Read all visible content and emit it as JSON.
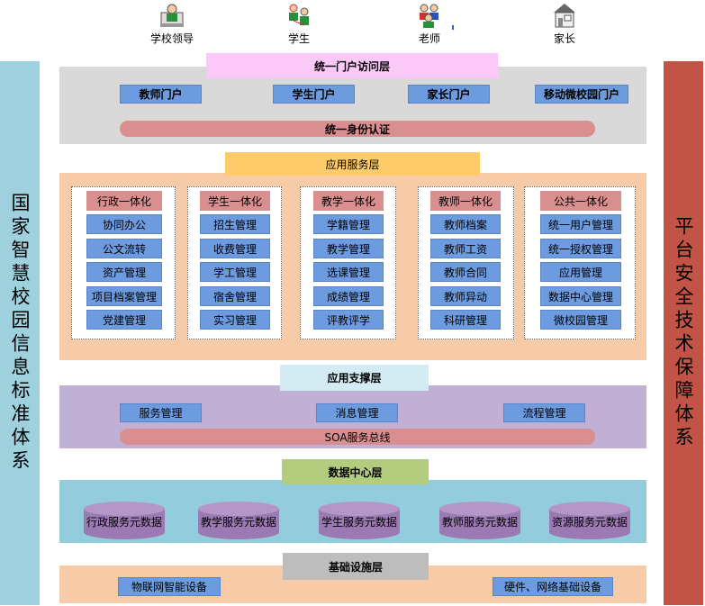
{
  "users": [
    {
      "label": "学校领导",
      "icon": "school-leader-icon"
    },
    {
      "label": "学生",
      "icon": "student-icon"
    },
    {
      "label": "老师",
      "icon": "teacher-icon"
    },
    {
      "label": "家长",
      "icon": "parent-icon"
    }
  ],
  "left_side": "国家智慧校园信息标准体系",
  "right_side": "平台安全技术保障体系",
  "portal_layer": {
    "title": "统一门户访问层",
    "portals": [
      "教师门户",
      "学生门户",
      "家长门户",
      "移动微校园门户"
    ],
    "auth": "统一身份认证"
  },
  "app_layer": {
    "title": "应用服务层",
    "groups": [
      {
        "head": "行政一体化",
        "items": [
          "协同办公",
          "公文流转",
          "资产管理",
          "项目档案管理",
          "党建管理"
        ]
      },
      {
        "head": "学生一体化",
        "items": [
          "招生管理",
          "收费管理",
          "学工管理",
          "宿舍管理",
          "实习管理"
        ]
      },
      {
        "head": "教学一体化",
        "items": [
          "学籍管理",
          "教学管理",
          "选课管理",
          "成绩管理",
          "评教评学"
        ]
      },
      {
        "head": "教师一体化",
        "items": [
          "教师档案",
          "教师工资",
          "教师合同",
          "教师异动",
          "科研管理"
        ]
      },
      {
        "head": "公共一体化",
        "items": [
          "统一用户管理",
          "统一授权管理",
          "应用管理",
          "数据中心管理",
          "微校园管理"
        ]
      }
    ]
  },
  "support_layer": {
    "title": "应用支撑层",
    "items": [
      "服务管理",
      "消息管理",
      "流程管理"
    ],
    "bus": "SOA服务总线"
  },
  "data_layer": {
    "title": "数据中心层",
    "items": [
      "行政服务元数据",
      "教学服务元数据",
      "学生服务元数据",
      "教师服务元数据",
      "资源服务元数据"
    ]
  },
  "infra_layer": {
    "title": "基础设施层",
    "items": [
      "物联网智能设备",
      "硬件、网络基础设备"
    ]
  },
  "colors": {
    "left_bar": "#9fd0dd",
    "right_bar": "#c15446",
    "portal_band": "#d9d9d9",
    "app_band": "#f8cba8",
    "support_band": "#c0b0d4",
    "data_band": "#93cddd",
    "infra_band": "#f8cba8"
  }
}
